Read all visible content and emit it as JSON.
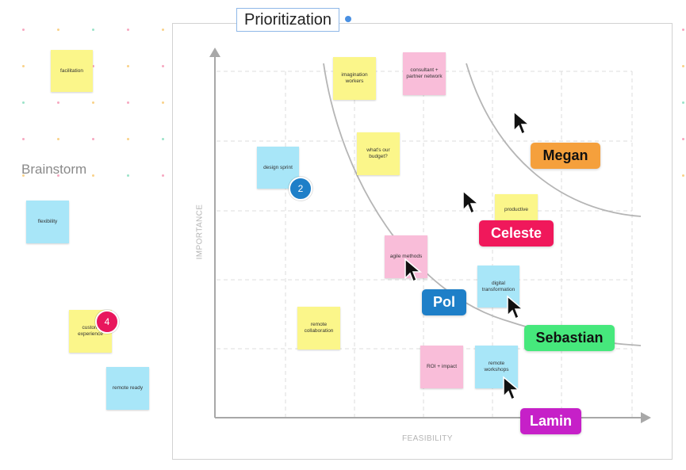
{
  "frame": {
    "title": "Prioritization"
  },
  "brainstorm": {
    "label": "Brainstorm",
    "stickies": [
      {
        "text": "facilitation",
        "color": "yellow"
      },
      {
        "text": "flexibility",
        "color": "blue"
      },
      {
        "text": "custom experience",
        "color": "yellow"
      },
      {
        "text": "remote ready",
        "color": "blue"
      }
    ]
  },
  "chart": {
    "x_axis_label": "FEASIBILITY",
    "y_axis_label": "IMPORTANCE"
  },
  "stickies": {
    "imagination": "imagination workers",
    "consultant": "consultant + partner network",
    "design_sprint": "design sprint",
    "budget": "what's our budget?",
    "productive": "productive",
    "agile": "agile methods",
    "digital": "digital transformation",
    "remote_collab": "remote collaboration",
    "roi": "ROI + impact",
    "remote_workshops": "remote workshops"
  },
  "badges": {
    "design_sprint_votes": "2",
    "custom_experience_votes": "4"
  },
  "collaborators": [
    {
      "name": "Megan",
      "color": "#f5a03c"
    },
    {
      "name": "Celeste",
      "color": "#f0185b"
    },
    {
      "name": "Pol",
      "color": "#1e7fc8"
    },
    {
      "name": "Sebastian",
      "color": "#46e87c"
    },
    {
      "name": "Lamin",
      "color": "#c620c8"
    }
  ],
  "colors": {
    "sticky_yellow": "#fbf68a",
    "sticky_blue": "#a8e6f8",
    "sticky_pink": "#f9bdd9",
    "badge_blue": "#1e7fc8",
    "badge_pink": "#e8175d"
  },
  "icons": {
    "cursor": "cursor-arrow-icon"
  }
}
